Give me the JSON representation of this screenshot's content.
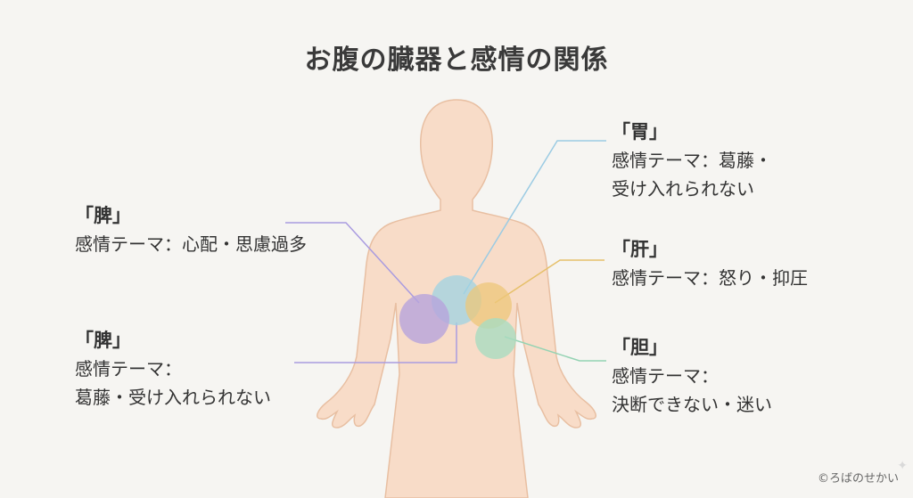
{
  "title": "お腹の臓器と感情の関係",
  "credit": "©ろばのせかい",
  "colors": {
    "background": "#f6f5f2",
    "body_fill": "#f8dcc8",
    "body_stroke": "#e8bfa2",
    "spleen": "#b7a4dc",
    "stomach": "#9fd3e3",
    "liver": "#edc77a",
    "gallbladder": "#a9dcc0"
  },
  "organs": [
    {
      "id": "spleen-top",
      "heading": "「脾」",
      "lines": [
        "感情テーマ：心配・思慮過多"
      ],
      "color": "#9d8fd1"
    },
    {
      "id": "spleen-bottom",
      "heading": "「脾」",
      "lines": [
        "感情テーマ：",
        "葛藤・受け入れられない"
      ],
      "color": "#9d8fd1"
    },
    {
      "id": "stomach",
      "heading": "「胃」",
      "lines": [
        "感情テーマ：葛藤・",
        "受け入れられない"
      ],
      "color": "#8ec5de"
    },
    {
      "id": "liver",
      "heading": "「肝」",
      "lines": [
        "感情テーマ：怒り・抑圧"
      ],
      "color": "#e0b95f"
    },
    {
      "id": "gallbladder",
      "heading": "「胆」",
      "lines": [
        "感情テーマ：",
        "決断できない・迷い"
      ],
      "color": "#8fcfad"
    }
  ]
}
